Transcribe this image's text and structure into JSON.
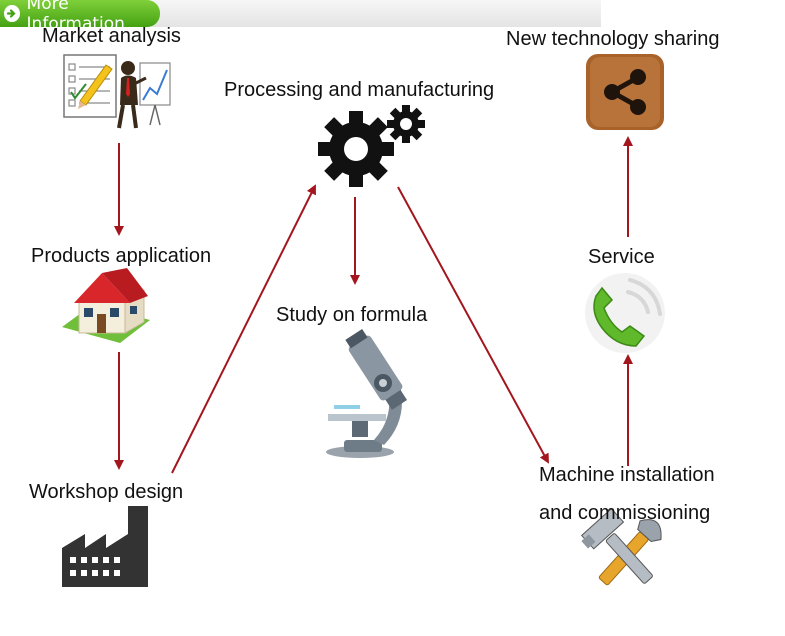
{
  "header": {
    "more_info_label": "More Information"
  },
  "steps": {
    "market_analysis": "Market analysis",
    "products_application": "Products application",
    "workshop_design": "Workshop design",
    "processing_manufacturing": "Processing and manufacturing",
    "study_formula": "Study on formula",
    "machine_installation_1": "Machine installation",
    "machine_installation_2": "and commissioning",
    "service": "Service",
    "new_technology_sharing": "New technology sharing"
  },
  "colors": {
    "arrow": "#a3161e",
    "header_green": "#58b521",
    "icon_dark": "#1a1a1a",
    "share_tile": "#a9622a",
    "phone_green": "#5fb92a"
  },
  "icons": {
    "more_info": "arrow-right-circle-icon",
    "market_analysis": "presenter-chart-icon",
    "products_application": "house-icon",
    "workshop_design": "factory-icon",
    "processing": "gears-icon",
    "study": "microscope-icon",
    "machine": "tools-icon",
    "service": "phone-icon",
    "sharing": "share-icon"
  }
}
